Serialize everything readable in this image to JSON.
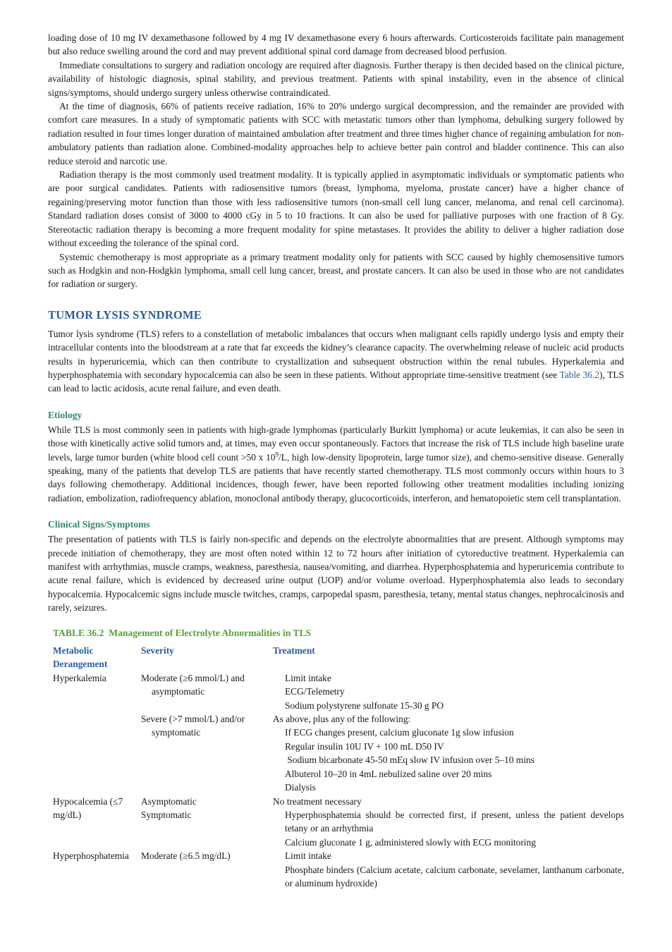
{
  "intro_paragraphs": [
    "loading dose of 10 mg IV dexamethasone followed by 4 mg IV dexamethasone every 6 hours afterwards. Corticosteroids facilitate pain management but also reduce swelling around the cord and may prevent additional spinal cord damage from decreased blood perfusion.",
    "Immediate consultations to surgery and radiation oncology are required after diagnosis. Further therapy is then decided based on the clinical picture, availability of histologic diagnosis, spinal stability, and previous treatment. Patients with spinal instability, even in the absence of clinical signs/symptoms, should undergo surgery unless otherwise contraindicated.",
    "At the time of diagnosis, 66% of patients receive radiation, 16% to 20% undergo surgical decompression, and the remainder are provided with comfort care measures. In a study of symptomatic patients with SCC with metastatic tumors other than lymphoma, debulking surgery followed by radiation resulted in four times longer duration of maintained ambulation after treatment and three times higher chance of regaining ambulation for non-ambulatory patients than radiation alone. Combined-modality approaches help to achieve better pain control and bladder continence. This can also reduce steroid and narcotic use.",
    "Radiation therapy is the most commonly used treatment modality. It is typically applied in asymptomatic individuals or symptomatic patients who are poor surgical candidates. Patients with radiosensitive tumors (breast, lymphoma, myeloma, prostate cancer) have a higher chance of regaining/preserving motor function than those with less radiosensitive tumors (non-small cell lung cancer, melanoma, and renal cell carcinoma). Standard radiation doses consist of 3000 to 4000 cGy in 5 to 10 fractions. It can also be used for palliative purposes with one fraction of 8 Gy. Stereotactic radiation therapy is becoming a more frequent modality for spine metastases. It provides the ability to deliver a higher radiation dose without exceeding the tolerance of the spinal cord.",
    "Systemic chemotherapy is most appropriate as a primary treatment modality only for patients with SCC caused by highly chemosensitive tumors such as Hodgkin and non-Hodgkin lymphoma, small cell lung cancer, breast, and prostate cancers. It can also be used in those who are not candidates for radiation or surgery."
  ],
  "tls": {
    "title": "TUMOR LYSIS SYNDROME",
    "p_before_ref": "Tumor lysis syndrome (TLS) refers to a constellation of metabolic imbalances that occurs when malignant cells rapidly undergo lysis and empty their intracellular contents into the bloodstream at a rate that far exceeds the kidney’s clearance capacity. The overwhelming release of nucleic acid products results in hyperuricemia, which can then contribute to crystallization and subsequent obstruction within the renal tubules. Hyperkalemia and hyperphosphatemia with secondary hypocalcemia can also be seen in these patients. Without appropriate time-sensitive treatment (see ",
    "table_ref": "Table 36.2",
    "p_after_ref": "), TLS can lead to lactic acidosis, acute renal failure, and even death."
  },
  "etiology": {
    "title": "Etiology",
    "text_before_sup": "While TLS is most commonly seen in patients with high-grade lymphomas (particularly Burkitt lymphoma) or acute leukemias, it can also be seen in those with kinetically active solid tumors and, at times, may even occur spontaneously. Factors that increase the risk of TLS include high baseline urate levels, large tumor burden (white blood cell count >50 x 10",
    "sup": "9",
    "text_after_sup": "/L, high low-density lipoprotein, large tumor size), and chemo-sensitive disease. Generally speaking, many of the patients that develop TLS are patients that have recently started chemotherapy. TLS most commonly occurs within hours to 3 days following chemotherapy. Additional incidences, though fewer, have been reported following other treatment modalities including ionizing radiation, embolization, radiofrequency ablation, monoclonal antibody therapy, glucocorticoids, interferon, and hematopoietic stem cell transplantation."
  },
  "clinical": {
    "title": "Clinical Signs/Symptoms",
    "text": "The presentation of patients with TLS is fairly non-specific and depends on the electrolyte abnormalities that are present. Although symptoms may precede initiation of chemotherapy, they are most often noted within 12 to 72 hours after initiation of cytoreductive treatment. Hyperkalemia can manifest with arrhythmias, muscle cramps, weakness, paresthesia, nausea/vomiting, and diarrhea. Hyperphosphatemia and hyperuricemia contribute to acute renal failure, which is evidenced by decreased urine output (UOP) and/or volume overload. Hyperphosphatemia also leads to secondary hypocalcemia. Hypocalcemic signs include muscle twitches, cramps, carpopedal spasm, paresthesia, tetany, mental status changes, nephrocalcinosis and rarely, seizures."
  },
  "table": {
    "number": "TABLE 36.2",
    "title": "Management of Electrolyte Abnormalities in TLS",
    "headers": [
      "Metabolic Derangement",
      "Severity",
      "Treatment"
    ],
    "rows": {
      "hyperk_moderate": {
        "derangement": "Hyperkalemia",
        "severity": "Moderate (≥6 mmol/L) and asymptomatic",
        "treatments": [
          "Limit intake",
          "ECG/Telemetry",
          "Sodium polystyrene sulfonate 15-30 g PO"
        ]
      },
      "hyperk_severe": {
        "severity": "Severe (>7 mmol/L) and/or symptomatic",
        "lead": "As above, plus any of the following:",
        "treatments": [
          "If ECG changes present, calcium gluconate 1g slow infusion",
          "Regular insulin 10U IV + 100 mL D50 IV",
          " Sodium bicarbonate 45-50 mEq slow IV infusion over 5–10 mins",
          "Albuterol 10–20 in 4mL nebulized saline over 20 mins",
          "Dialysis"
        ]
      },
      "hypocal": {
        "derangement": "Hypocalcemia (≤7 mg/dL)",
        "severity_1": "Asymptomatic",
        "severity_2": "Symptomatic",
        "lead": "No treatment necessary",
        "treatments": [
          "Hyperphosphatemia should be corrected first, if present, unless the patient develops tetany or an arrhythmia",
          "Calcium gluconate 1 g, administered slowly with ECG monitoring"
        ]
      },
      "hyperphos": {
        "derangement": "Hyperphosphatemia",
        "severity": "Moderate (≥6.5 mg/dL)",
        "treatments": [
          "Limit intake",
          "Phosphate binders (Calcium acetate, calcium carbonate, sevelamer, lanthanum carbonate, or aluminum hydroxide)"
        ]
      }
    }
  }
}
